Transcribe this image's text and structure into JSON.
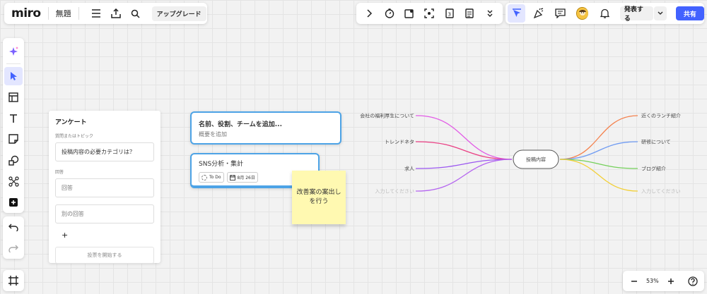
{
  "app": {
    "logo": "miro",
    "board_name": "無題",
    "upgrade_label": "アップグレード"
  },
  "collab": {
    "present_label": "発表する",
    "share_label": "共有"
  },
  "zoom": {
    "level": "53%"
  },
  "survey": {
    "title": "アンケート",
    "question_label": "質問またはトピック",
    "question_value": "投稿内容の必要カテゴリは？",
    "answers_label": "回答",
    "answer1_placeholder": "回答",
    "answer2_placeholder": "別の回答",
    "add_label": "+",
    "start_label": "投票を開始する"
  },
  "card1": {
    "title": "名前、役割、チームを追加...",
    "subtitle": "概要を追加"
  },
  "card2": {
    "title": "SNS分析・集計",
    "status": "To Do",
    "date": "8月 26日"
  },
  "sticky": {
    "text": "改善案の案出しを行う"
  },
  "mindmap": {
    "center": "投稿内容",
    "left": [
      {
        "label": "会社の福利厚生について",
        "color": "#e25be6",
        "placeholder": false
      },
      {
        "label": "トレンドネタ",
        "color": "#ea3f84",
        "placeholder": false
      },
      {
        "label": "求人",
        "color": "#9b57f0",
        "placeholder": false
      },
      {
        "label": "入力してください",
        "color": "#b565f0",
        "placeholder": true
      }
    ],
    "right": [
      {
        "label": "近くのランチ紹介",
        "color": "#f4824e",
        "placeholder": false
      },
      {
        "label": "研修について",
        "color": "#6f9bf2",
        "placeholder": false
      },
      {
        "label": "ブログ紹介",
        "color": "#74d05a",
        "placeholder": false
      },
      {
        "label": "入力してください",
        "color": "#f2cf35",
        "placeholder": true
      }
    ]
  },
  "colors": {
    "accent": "#4262ff",
    "card_border": "#4da3e6",
    "sticky": "#fff9b1",
    "active_tool_bg": "#e3e6ff"
  },
  "icons": {
    "top_left": [
      "menu-icon",
      "export-icon",
      "search-icon"
    ],
    "top_tools": [
      "chevron-right-icon",
      "timer-icon",
      "sticky-vote-icon",
      "focus-icon",
      "calendar-icon",
      "notes-icon",
      "chevron-double-down-icon"
    ],
    "collab": [
      "cursor-select-icon",
      "celebrate-icon",
      "comment-icon",
      "avatar",
      "bell-icon",
      "chevron-down-icon"
    ],
    "left_toolbar": [
      "ai-sparkle-icon",
      "select-cursor-icon",
      "templates-icon",
      "text-icon",
      "sticky-note-icon",
      "shapes-icon",
      "connector-icon",
      "more-plus-icon",
      "undo-icon",
      "redo-icon",
      "frames-icon"
    ]
  }
}
